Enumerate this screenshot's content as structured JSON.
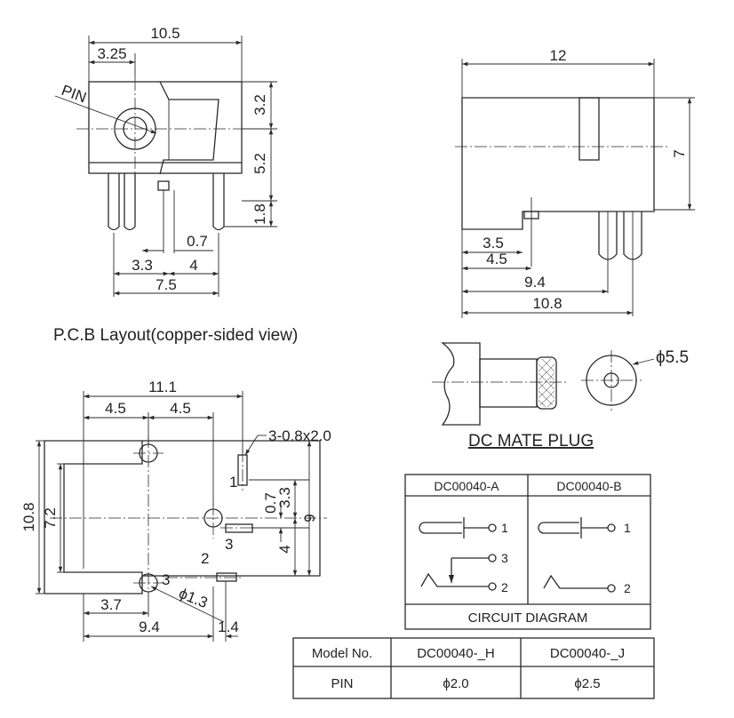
{
  "pcb_view": {
    "dim_width": "10.5",
    "dim_325": "3.25",
    "pin_label": "PIN",
    "dim_32": "3.2",
    "dim_52": "5.2",
    "dim_18": "1.8",
    "dim_07": "0.7",
    "dim_33": "3.3",
    "dim_4": "4",
    "dim_75": "7.5",
    "caption": "P.C.B Layout(copper-sided view)"
  },
  "side_view": {
    "dim_12": "12",
    "dim_7": "7",
    "dim_35": "3.5",
    "dim_45": "4.5",
    "dim_94": "9.4",
    "dim_108": "10.8"
  },
  "plug": {
    "dia": "ϕ5.5",
    "caption": "DC MATE PLUG"
  },
  "layout_view": {
    "dim_111": "11.1",
    "dim_45a": "4.5",
    "dim_45b": "4.5",
    "slot_label": "3-0.8x2.0",
    "dim_108": "10.8",
    "dim_72": "7.2",
    "pin1": "1",
    "pin2": "2",
    "pin3": "3",
    "dim_07": "0.7",
    "dim_33": "3.3",
    "dim_9": "9",
    "dim_4": "4",
    "hole_label_3": "3",
    "hole_label_dia": "ϕ1.3",
    "dim_37": "3.7",
    "dim_94": "9.4",
    "dim_14": "1.4"
  },
  "circuit": {
    "col_a": "DC00040-A",
    "col_b": "DC00040-B",
    "pin1": "1",
    "pin2": "2",
    "pin3": "3",
    "caption": "CIRCUIT DIAGRAM"
  },
  "model_table": {
    "headers": [
      "Model No.",
      "DC00040-_H",
      "DC00040-_J"
    ],
    "row_label": "PIN",
    "values": [
      "ϕ2.0",
      "ϕ2.5"
    ]
  }
}
